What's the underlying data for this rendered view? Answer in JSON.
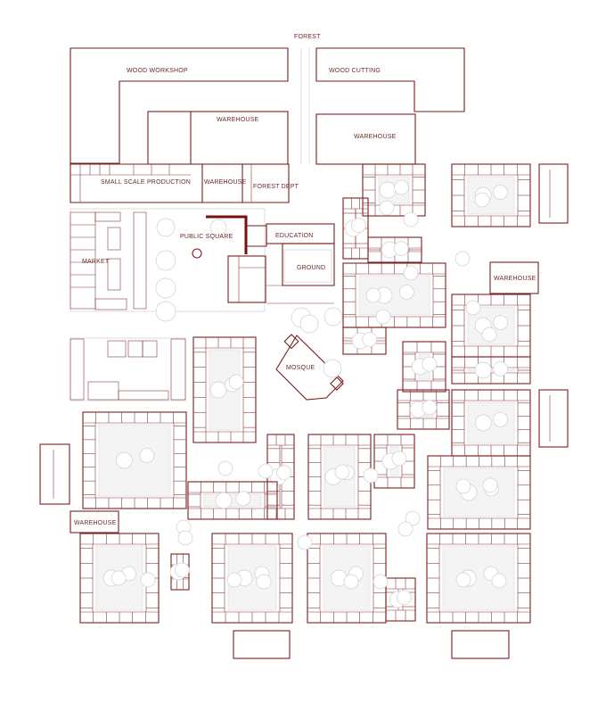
{
  "labels": {
    "forest": "FOREST",
    "wood_workshop": "WOOD WORKSHOP",
    "wood_cutting": "WOOD CUTTING",
    "warehouse_top": "WAREHOUSE",
    "warehouse_right_top": "WAREHOUSE",
    "small_scale_production": "SMALL SCALE PRODUCTION",
    "warehouse_mid": "WAREHOUSE",
    "forest_dept": "FOREST DEPT",
    "public_square": "PUBLIC SQUARE",
    "education": "EDUCATION",
    "ground": "GROUND",
    "market": "MARKET",
    "warehouse_east": "WAREHOUSE",
    "mosque": "MOSQUE",
    "warehouse_west": "WAREHOUSE"
  },
  "colors": {
    "wall": "#7a1f1f",
    "label": "#6b2a2a",
    "faint": "#c9c9c9"
  }
}
